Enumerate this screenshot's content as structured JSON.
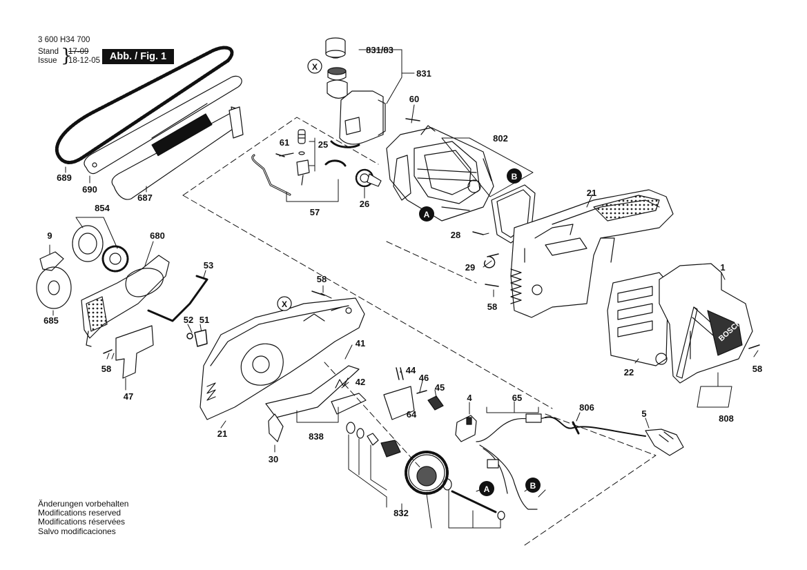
{
  "header": {
    "part_number": "3 600 H34 700",
    "stand_label": "Stand",
    "issue_label": "Issue",
    "stand_date": "17-09",
    "issue_date": "18-12-05",
    "figure_badge": "Abb. / Fig. 1"
  },
  "notes": [
    "Änderungen vorbehalten",
    "Modifications reserved",
    "Modifications réservées",
    "Salvo modificaciones"
  ],
  "callouts": {
    "c831_83": "831/83",
    "c831": "831",
    "c60": "60",
    "c802": "802",
    "c25": "25",
    "c61": "61",
    "c57": "57",
    "c26": "26",
    "c689": "689",
    "c690": "690",
    "c687": "687",
    "c854": "854",
    "c9": "9",
    "c680": "680",
    "c685": "685",
    "c53": "53",
    "c58a": "58",
    "c58b": "58",
    "c58c": "58",
    "c58d": "58",
    "c47": "47",
    "c52": "52",
    "c51": "51",
    "c41": "41",
    "c42": "42",
    "c44": "44",
    "c46": "46",
    "c45": "45",
    "c64": "64",
    "c21a": "21",
    "c21b": "21",
    "c838": "838",
    "c30": "30",
    "c832": "832",
    "c4": "4",
    "c65": "65",
    "c806": "806",
    "c5": "5",
    "c808": "808",
    "c1": "1",
    "c22": "22",
    "c28": "28",
    "c29": "29"
  },
  "markers": {
    "x1": "X",
    "x2": "X",
    "a1": "A",
    "a2": "A",
    "b1": "B",
    "b2": "B"
  },
  "brand": "BOSCH"
}
